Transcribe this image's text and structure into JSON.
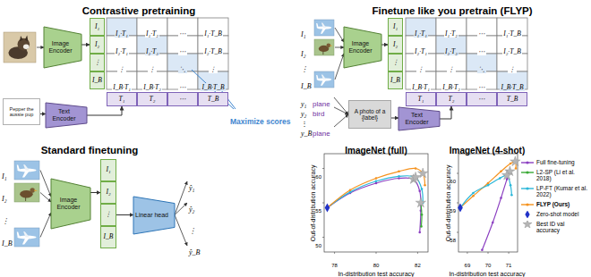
{
  "diagram": {
    "nodes": [
      {
        "text": [
          "Image Encoder"
        ]
      },
      {
        "text": [
          "I₁"
        ]
      },
      {
        "text": [
          "I₂"
        ]
      },
      {
        "text": [
          "⋮"
        ]
      },
      {
        "text": [
          "I_B"
        ]
      },
      {
        "text": [
          "T₁"
        ]
      },
      {
        "text": [
          "T₂"
        ]
      },
      {
        "text": [
          "⋯"
        ]
      },
      {
        "text": [
          "T_B"
        ]
      },
      {
        "text": [
          "Pepper the aussie pup"
        ]
      },
      {
        "text": [
          "Text Encoder"
        ]
      },
      {
        "text": [
          "Image Encoder"
        ]
      },
      {
        "text": [
          "I₁"
        ]
      },
      {
        "text": [
          "I₂"
        ]
      },
      {
        "text": [
          "⋮"
        ]
      },
      {
        "text": [
          "I_B"
        ]
      },
      {
        "text": [
          "T₁"
        ]
      },
      {
        "text": [
          "T₂"
        ]
      },
      {
        "text": [
          "⋯"
        ]
      },
      {
        "text": [
          "T_B"
        ]
      },
      {
        "text": [
          "A photo of a {label}"
        ]
      },
      {
        "text": [
          "Text Encoder"
        ]
      },
      {
        "text": [
          "Image Encoder"
        ]
      },
      {
        "text": [
          "I₁"
        ]
      },
      {
        "text": [
          "I₂"
        ]
      },
      {
        "text": [
          "⋮"
        ]
      },
      {
        "text": [
          "I_B"
        ]
      },
      {
        "text": [
          "Linear head"
        ]
      }
    ],
    "edges": [
      {
        "from": 9,
        "to": 10,
        "arrow": "to"
      },
      {
        "from": 0,
        "to": 2,
        "arrow": "to"
      },
      {
        "from": 10,
        "to": 5,
        "arrow": "to"
      },
      {
        "from": 11,
        "to": 13,
        "arrow": "to"
      },
      {
        "from": 20,
        "to": 21,
        "arrow": "to"
      },
      {
        "from": 21,
        "to": 17,
        "arrow": "to"
      },
      {
        "from": 22,
        "to": 24,
        "arrow": "to"
      },
      {
        "from": 25,
        "to": 27,
        "arrow": "to"
      }
    ],
    "labels": [
      "Contrastive pretraining",
      "Maximize scores",
      "I₁·T₁",
      "I₁·T₂",
      "⋯",
      "I₁·T_B",
      "I₂·T₁",
      "I₂·T₂",
      "⋯",
      "I₂·T_B",
      "⋮",
      "⋮",
      "⋱",
      "⋮",
      "I_B·T₁",
      "I_B·T₂",
      "⋯",
      "I_B·T_B",
      "Finetune like you pretrain (FLYP)",
      "I₁",
      "I₂",
      "⋮",
      "I_B",
      "I₁·T₁",
      "I₁·T₂",
      "⋯",
      "I₁·T_B",
      "I₂·T₁",
      "I₂·T₂",
      "⋯",
      "I₂·T_B",
      "⋮",
      "⋮",
      "⋱",
      "⋮",
      "I_B·T₁",
      "I_B·T₂",
      "⋯",
      "I_B·T_B",
      "y₁",
      "plane",
      "y₂",
      "bird",
      "⋮",
      "y_B",
      "plane",
      "Standard finetuning",
      "I₁",
      "I₂",
      "⋮",
      "I_B",
      "ŷ₁",
      "ŷ₂",
      "⋮",
      "ŷ_B",
      "ImageNet (full)",
      "ImageNet (4-shot)",
      "In-distribution test accuracy",
      "Out-of-distribution accuracy",
      "In-distribution test accuracy",
      "Out-of-distribution accuracy",
      "78",
      "80",
      "82",
      "50",
      "55",
      "60",
      "69",
      "70",
      "71",
      "58",
      "59",
      "60"
    ],
    "legend": [
      {
        "text": "Full fine-tuning"
      },
      {
        "text": "L2-SP (Li et al. 2018)"
      },
      {
        "text": "LP-FT (Kumar et al. 2022)"
      },
      {
        "text": "FLYP (Ours)"
      },
      {
        "text": "Zero-shot model"
      },
      {
        "text": "Best ID val accuracy"
      }
    ]
  }
}
